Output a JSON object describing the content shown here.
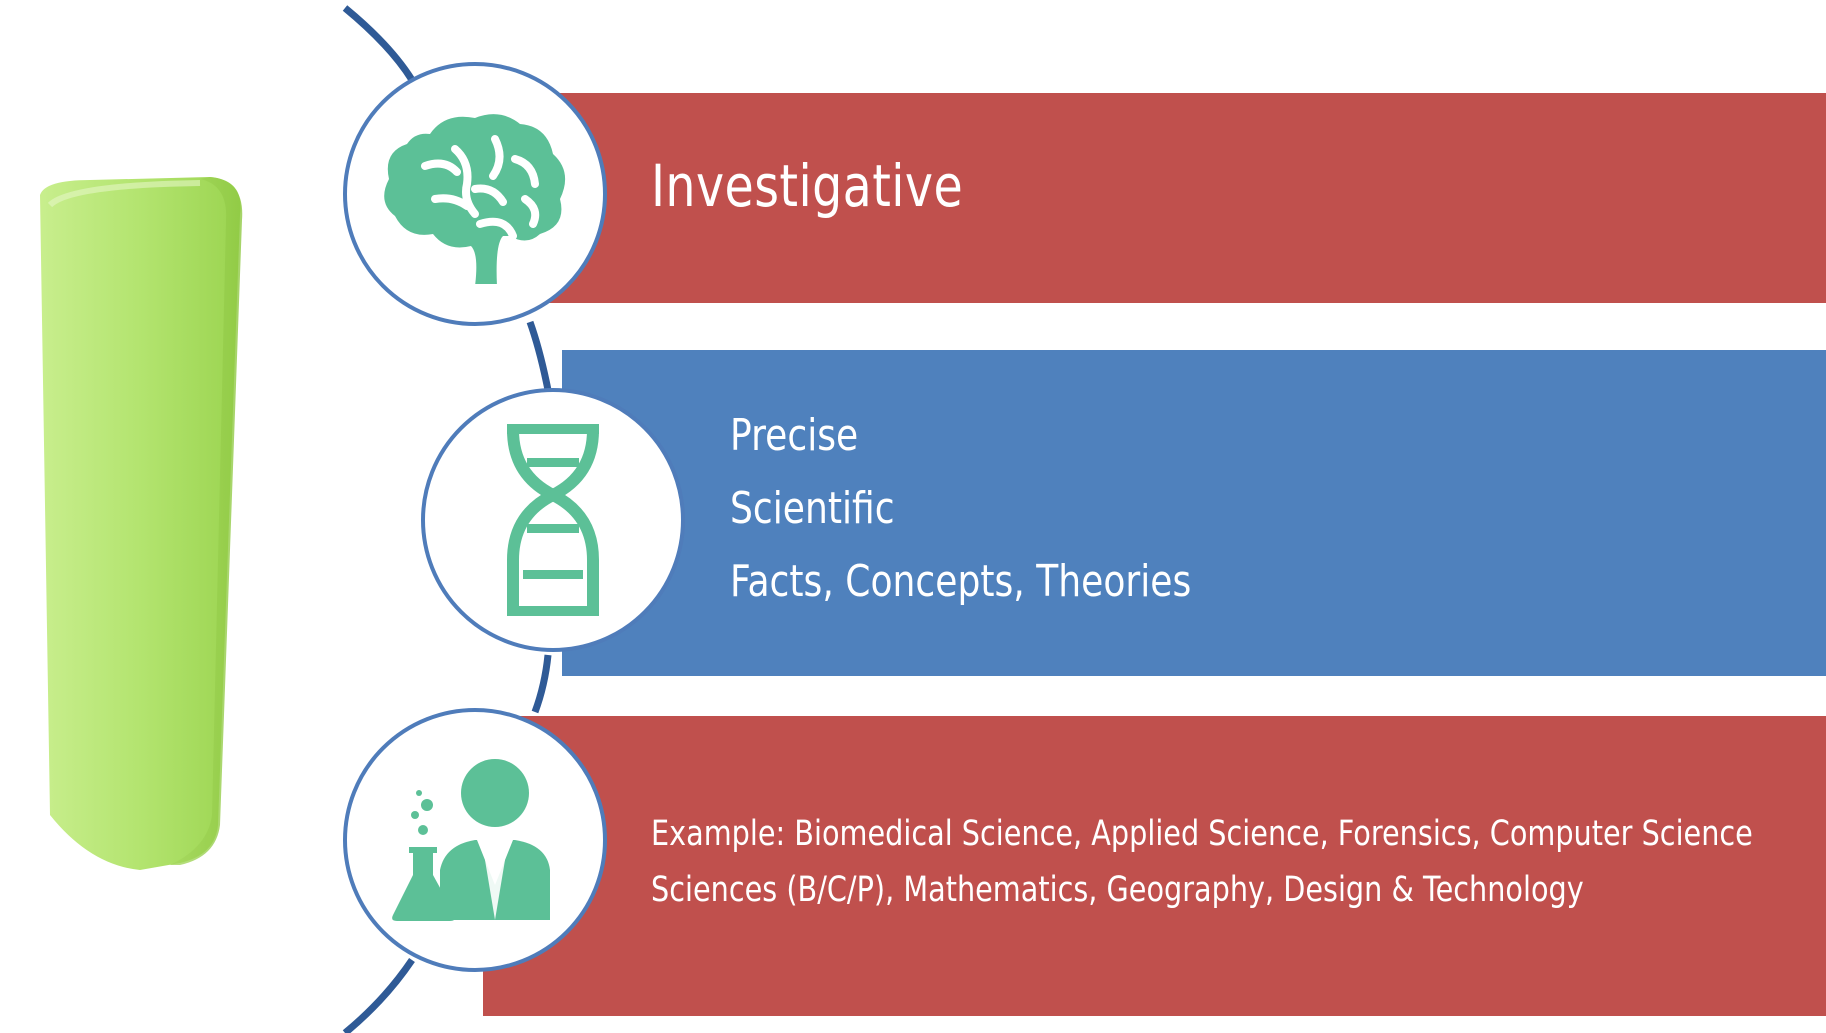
{
  "header": {
    "title": "Investigative"
  },
  "traits": [
    "Precise",
    "Scientific",
    "Facts, Concepts, Theories"
  ],
  "examples": {
    "line1": "Example: Biomedical Science, Applied Science, Forensics, Computer Science",
    "line2": "Sciences (B/C/P), Mathematics, Geography, Design & Technology"
  },
  "icons": {
    "top": "brain-icon",
    "middle": "dna-icon",
    "bottom": "scientist-icon",
    "letter": "letter-i-block"
  },
  "colors": {
    "red_bar": "#c0504d",
    "blue_bar": "#4f81bd",
    "circle_border": "#4f7cba",
    "icon_green": "#5cc097",
    "connector": "#2f5a96",
    "letter_green": "#a6dc5b"
  }
}
